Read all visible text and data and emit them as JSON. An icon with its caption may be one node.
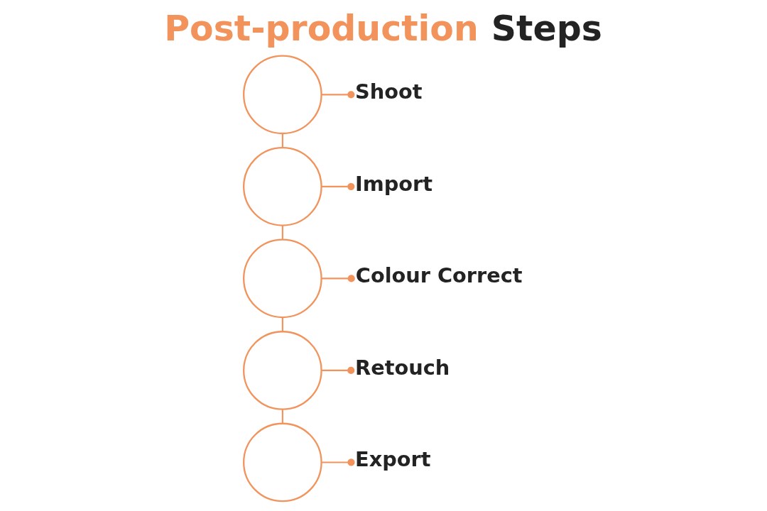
{
  "diagram": {
    "title": "Post-production Steps",
    "nodes": [
      {
        "text": [],
        "shape": "circle"
      },
      {
        "text": [
          "Shoot"
        ]
      },
      {
        "text": [],
        "shape": "circle"
      },
      {
        "text": [
          "Import"
        ]
      },
      {
        "text": [],
        "shape": "circle"
      },
      {
        "text": [
          "Colour Correct"
        ]
      },
      {
        "text": [],
        "shape": "circle"
      },
      {
        "text": [
          "Retouch"
        ]
      },
      {
        "text": [],
        "shape": "circle"
      },
      {
        "text": [
          "Export"
        ]
      }
    ],
    "edges": [
      {
        "from": 0,
        "to": 1,
        "arrow": "other"
      },
      {
        "from": 0,
        "to": 2,
        "arrow": "none"
      },
      {
        "from": 2,
        "to": 3,
        "arrow": "other"
      },
      {
        "from": 2,
        "to": 4,
        "arrow": "none"
      },
      {
        "from": 4,
        "to": 5,
        "arrow": "other"
      },
      {
        "from": 4,
        "to": 6,
        "arrow": "none"
      },
      {
        "from": 6,
        "to": 7,
        "arrow": "other"
      },
      {
        "from": 6,
        "to": 8,
        "arrow": "none"
      },
      {
        "from": 8,
        "to": 9,
        "arrow": "other"
      }
    ]
  }
}
